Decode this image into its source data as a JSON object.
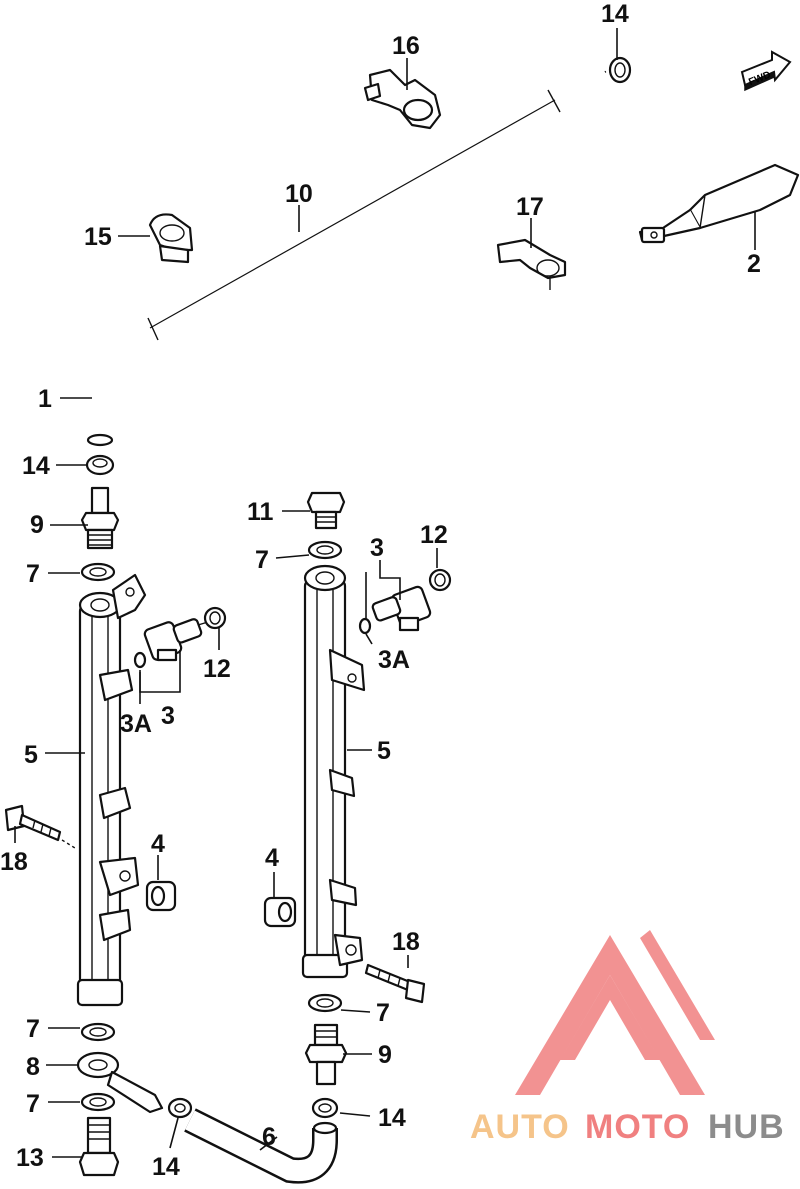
{
  "fwd_label": "FWD",
  "callouts": {
    "p1": "1",
    "p2": "2",
    "p3_left": "3",
    "p3_right": "3",
    "p3a_left": "3A",
    "p3a_right": "3A",
    "p4_left": "4",
    "p4_right": "4",
    "p5_left": "5",
    "p5_right": "5",
    "p6": "6",
    "p7_a": "7",
    "p7_b": "7",
    "p7_c": "7",
    "p7_d": "7",
    "p7_e": "7",
    "p8": "8",
    "p9_left": "9",
    "p9_right": "9",
    "p10": "10",
    "p11": "11",
    "p12_left": "12",
    "p12_right": "12",
    "p13": "13",
    "p14_top": "14",
    "p14_mid": "14",
    "p14_bottom_left": "14",
    "p14_bottom_right": "14",
    "p15": "15",
    "p16": "16",
    "p17": "17",
    "p18_left": "18",
    "p18_right": "18"
  },
  "watermark": {
    "part1": "AUTO",
    "part2": "MOTO",
    "part3": "HUB",
    "color_main": "#f08080",
    "color_auto": "#f5c48a",
    "color_hub": "#8c8c8c"
  }
}
